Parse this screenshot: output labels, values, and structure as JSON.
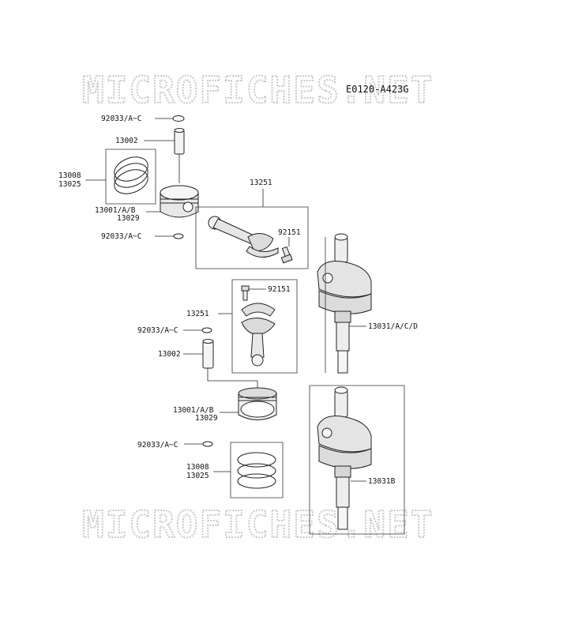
{
  "diagram_code": "E0120-A423G",
  "watermark": {
    "top": "MICROFICHES.NET",
    "bottom": "MICROFICHES.NET"
  },
  "labels": {
    "clip_top_1": "92033/A~C",
    "pin_top": "13002",
    "rings_top_a": "13008",
    "rings_top_b": "13025",
    "piston_top_a": "13001/A/B",
    "piston_top_b": "13029",
    "clip_top_2": "92033/A~C",
    "rod_top": "13251",
    "bolt_top": "92151",
    "bolt_mid": "92151",
    "rod_mid": "13251",
    "clip_mid": "92033/A~C",
    "pin_mid": "13002",
    "crank_top": "13031/A/C/D",
    "piston_mid_a": "13001/A/B",
    "piston_mid_b": "13029",
    "clip_bottom": "92033/A~C",
    "rings_bottom_a": "13008",
    "rings_bottom_b": "13025",
    "crank_bottom": "13031B"
  }
}
